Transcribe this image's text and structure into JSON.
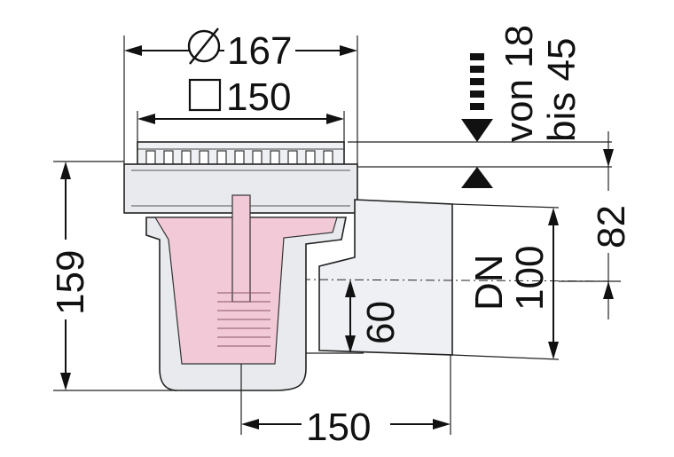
{
  "labels": {
    "dia_167": "167",
    "sq_150": "150",
    "range_line1": "von 18",
    "range_line2": "bis 45",
    "dim_82": "82",
    "dim_159": "159",
    "dim_60": "60",
    "dn_line1": "DN",
    "dn_line2": "100",
    "dim_150_bottom": "150"
  },
  "icons": {
    "diameter": "diameter-symbol",
    "square": "square-symbol"
  },
  "colors": {
    "insert": "#f2c9d6",
    "body": "#e8eaee",
    "line": "#111111"
  }
}
